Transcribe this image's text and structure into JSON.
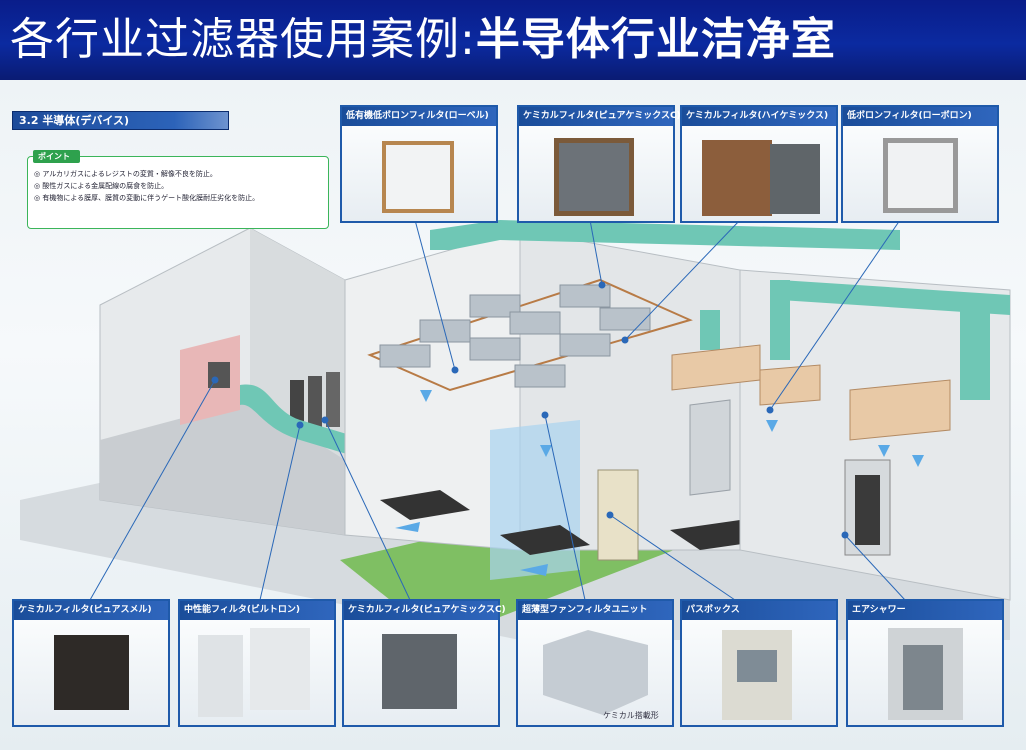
{
  "title": "各行业过滤器使用案例:半导体行业洁净室",
  "title_plain": "各行业过滤器使用案例:",
  "title_bold": "半导体行业洁净室",
  "section_label": "3.2 半導体(デバイス)",
  "point": {
    "label": "ポイント",
    "items": [
      "◎ アルカリガスによるレジストの変質・解像不良を防止。",
      "◎ 酸性ガスによる金属配線の腐食を防止。",
      "◎ 有機物による膜厚、膜質の変動に伴うゲート酸化膜耐圧劣化を防止。"
    ]
  },
  "top_cards": [
    {
      "label": "低有機低ボロンフィルタ(ローベル)",
      "icon": "panel-filter-white"
    },
    {
      "label": "ケミカルフィルタ(ピュアケミックスC)",
      "icon": "panel-filter-gray"
    },
    {
      "label": "ケミカルフィルタ(ハイケミックス)",
      "icon": "panel-filter-brown"
    },
    {
      "label": "低ボロンフィルタ(ローボロン)",
      "icon": "hepa-filter"
    }
  ],
  "bottom_cards": [
    {
      "label": "ケミカルフィルタ(ピュアスメル)",
      "icon": "box-filter-dark"
    },
    {
      "label": "中性能フィルタ(ビルトロン)",
      "icon": "bag-filter"
    },
    {
      "label": "ケミカルフィルタ(ピュアケミックスC)",
      "icon": "panel-filter-gray"
    },
    {
      "label": "超薄型ファンフィルタユニット",
      "icon": "fan-filter-unit"
    },
    {
      "label": "パスボックス",
      "icon": "pass-box"
    },
    {
      "label": "エアシャワー",
      "icon": "air-shower"
    }
  ],
  "ffu_caption": "ケミカル搭載形",
  "colors": {
    "header": "#0b2aa0",
    "duct": "#6fc7b5",
    "card_border": "#1f5aaa",
    "point_green": "#2ea14d",
    "cover": "#e8c9a6"
  }
}
